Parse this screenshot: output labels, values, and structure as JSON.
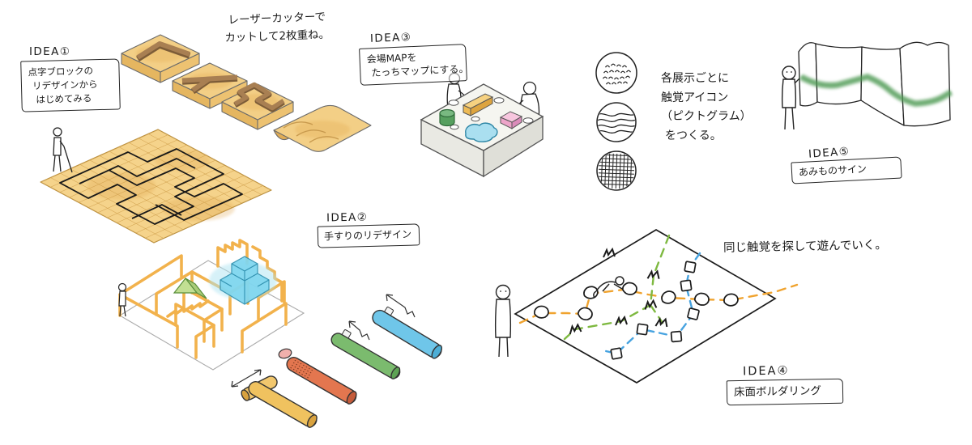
{
  "scene": {
    "description": "hand-drawn ideation sketch page for tactile / inclusive exhibition design"
  },
  "notes": {
    "laser_cut": {
      "line1": "レーザーカッターで",
      "line2": "カットして2枚重ね。"
    },
    "tactile_icons": {
      "line1": "各展示ごとに",
      "line2": "触覚アイコン",
      "line3": "（ピクトグラム）",
      "line4": "をつくる。"
    },
    "same_texture_play": {
      "text": "同じ触覚を探して遊んでいく。"
    }
  },
  "ideas": {
    "idea1": {
      "title": "IDEA①",
      "line1": "点字ブロックの",
      "line2": "リデザインから",
      "line3": "はじめてみる"
    },
    "idea2": {
      "title": "IDEA②",
      "line1": "手すりのリデザイン"
    },
    "idea3": {
      "title": "IDEA③",
      "line1": "会場MAPを",
      "line2": "たっちマップにする。"
    },
    "idea4": {
      "title": "IDEA④",
      "line1": "床面ボルダリング"
    },
    "idea5": {
      "title": "IDEA⑤",
      "line1": "あみものサイン"
    }
  },
  "textures": {
    "circle1": "dots",
    "circle2": "waves",
    "circle3": "grid"
  },
  "floor_map_markers": [
    "pebble",
    "zigzag",
    "square"
  ],
  "palette": {
    "tile_yellow": "#f2cc7d",
    "raised_path_brown": "#a87f52",
    "maze_wall_yellow": "#f2b24c",
    "stairs_blue": "#7fd6ef",
    "prism_green": "#c2df93",
    "pond_blue": "#aadff0",
    "cylinder_green": "#57a05f",
    "bar_yellow": "#f2c259",
    "box_pink": "#f0a8cc",
    "handrail_yellow": "#f0c25f",
    "handrail_orange": "#e3764f",
    "handrail_green": "#7bbb6e",
    "handrail_blue": "#6fc6e9",
    "route_orange": "#f0a32e",
    "route_green": "#7eb940",
    "route_blue": "#47a3e0",
    "yarn_green": "#4e9a52"
  }
}
